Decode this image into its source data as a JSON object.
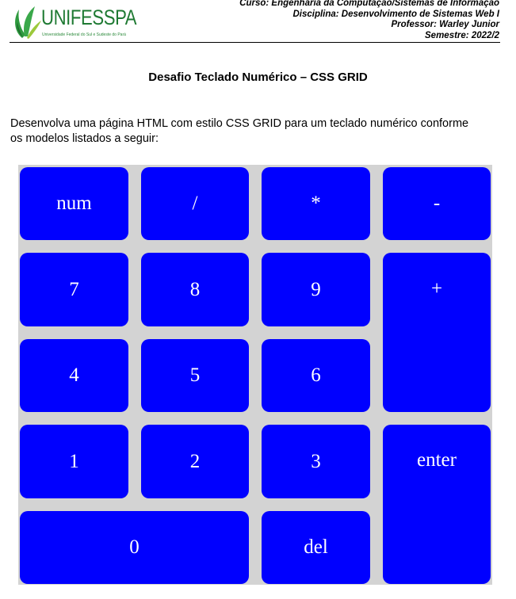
{
  "header": {
    "logo_text": "UNIFESSPA",
    "logo_tagline": "Universidade Federal do Sul e Sudeste do Pará",
    "course": "Curso: Engenharia da Computação/Sistemas de Informação",
    "discipline": "Disciplina: Desenvolvimento de Sistemas Web I",
    "professor": "Professor: Warley Junior",
    "semester": "Semestre: 2022/2"
  },
  "document": {
    "title": "Desafio Teclado Numérico – CSS GRID",
    "instructions_line1": "Desenvolva uma página HTML com estilo CSS GRID para um teclado numérico conforme",
    "instructions_line2": "os modelos listados a seguir:"
  },
  "keypad": {
    "colors": {
      "key": "#0000ff",
      "background": "#d3d3d3",
      "text": "#ffffff"
    },
    "keys": {
      "num": "num",
      "divide": "/",
      "multiply": "*",
      "minus": "-",
      "k7": "7",
      "k8": "8",
      "k9": "9",
      "plus": "+",
      "k4": "4",
      "k5": "5",
      "k6": "6",
      "k1": "1",
      "k2": "2",
      "k3": "3",
      "enter": "enter",
      "k0": "0",
      "del": "del"
    }
  }
}
